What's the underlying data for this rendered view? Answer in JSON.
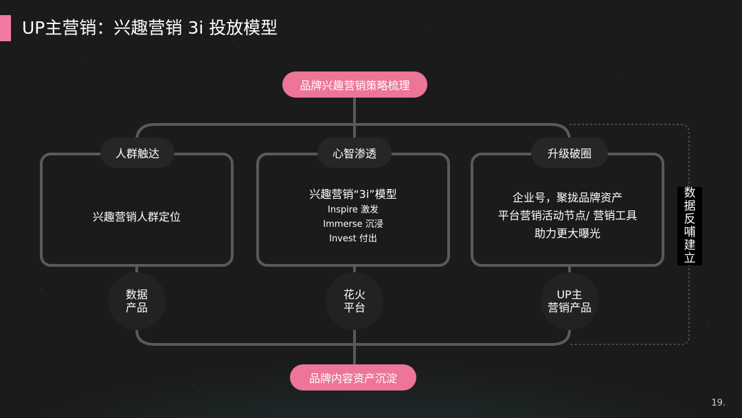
{
  "title": "UP主营销：兴趣营销 3i 投放模型",
  "top_pill": "品牌兴趣营销策略梳理",
  "bottom_pill": "品牌内容资产沉淀",
  "columns": [
    {
      "tag": "人群触达",
      "lines": [
        "兴趣营销人群定位"
      ],
      "circle": [
        "数据",
        "产品"
      ]
    },
    {
      "tag": "心智渗透",
      "lines": [
        "兴趣营销“3i”模型",
        "Inspire 激发",
        "Immerse 沉浸",
        "Invest 付出"
      ],
      "circle": [
        "花火",
        "平台"
      ]
    },
    {
      "tag": "升级破圈",
      "lines": [
        "企业号，聚拢品牌资产",
        "平台营销活动节点/ 营销工具",
        "助力更大曝光"
      ],
      "circle": [
        "UP主",
        "营销产品"
      ]
    }
  ],
  "side_label": [
    "数",
    "据",
    "反",
    "哺",
    "建",
    "立"
  ],
  "page_number": "19."
}
